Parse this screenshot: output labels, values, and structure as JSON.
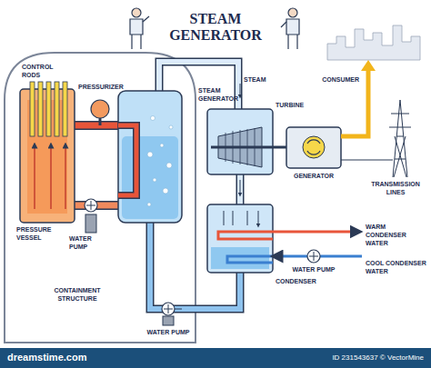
{
  "diagram": {
    "title": "STEAM GENERATOR",
    "labels": [
      "CONTROL RODS",
      "PRESSURIZER",
      "STEAM",
      "STEAM GENERATOR",
      "TURBINE",
      "CONSUMER",
      "GENERATOR",
      "TRANSMISSION LINES",
      "PRESSURE VESSEL",
      "WATER PUMP",
      "CONTAINMENT STRUCTURE",
      "WARM CONDENSER WATER",
      "COOL CONDENSER WATER",
      "WATER PUMP",
      "CONDENSER",
      "WATER PUMP",
      "dreamstime.com",
      "ID 231543637 © VectorMine"
    ]
  }
}
